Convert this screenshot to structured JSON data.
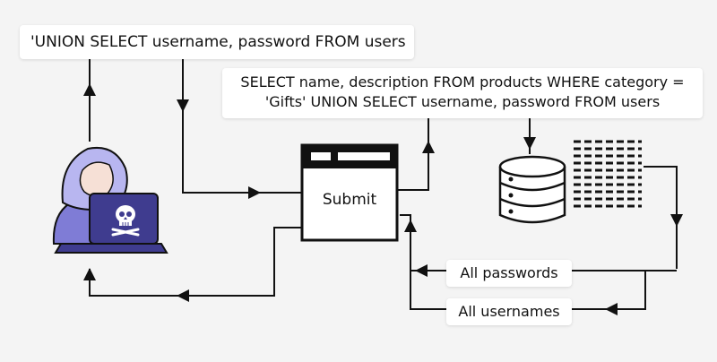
{
  "injection_input": "'UNION SELECT username, password FROM users",
  "resulting_query": {
    "line1": "SELECT name, description FROM products WHERE category =",
    "line2": "'Gifts' UNION SELECT username, password FROM users"
  },
  "form": {
    "submit_label": "Submit"
  },
  "results": {
    "passwords": "All passwords",
    "usernames": "All usernames"
  },
  "icons": {
    "attacker": "hacker-with-laptop-icon",
    "laptop_symbol": "skull-icon",
    "database": "database-icon",
    "data_table": "data-table-icon",
    "form": "browser-form-window-icon"
  },
  "colors": {
    "background": "#f4f4f4",
    "line": "#111111",
    "hood": "#b8b6f0",
    "hood_dark": "#7f7cd6",
    "laptop": "#3f3c8f",
    "face": "#f6e0d6"
  }
}
